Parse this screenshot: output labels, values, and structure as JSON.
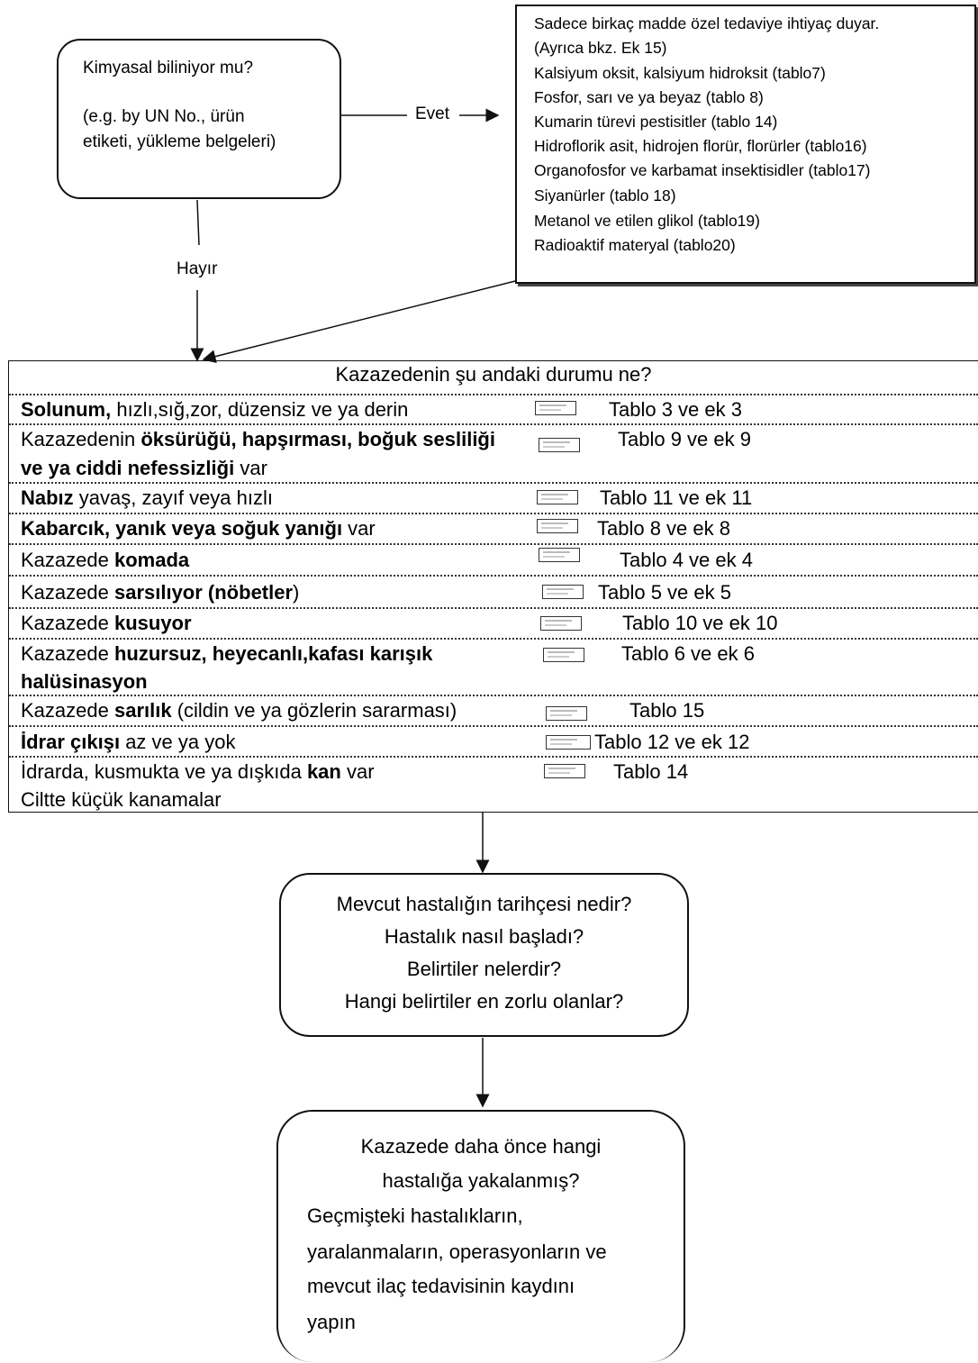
{
  "question_box": {
    "line1": "Kimyasal biliniyor mu?",
    "line2": "(e.g. by UN No., ürün",
    "line3": "etiketi, yükleme belgeleri)"
  },
  "yes_label": "Evet",
  "no_label": "Hayır",
  "special_treatment_box": {
    "lines": [
      "Sadece birkaç madde özel tedaviye ihtiyaç duyar.",
      "(Ayrıca bkz. Ek 15)",
      "Kalsiyum oksit, kalsiyum hidroksit (tablo7)",
      "Fosfor, sarı ve ya beyaz (tablo 8)",
      "Kumarin türevi pestisitler (tablo 14)",
      "Hidroflorik asit, hidrojen florür, florürler (tablo16)",
      "Organofosfor ve karbamat insektisidler (tablo17)",
      "Siyanürler (tablo 18)",
      "Metanol ve etilen glikol (tablo19)",
      "Radioaktif materyal (tablo20)"
    ]
  },
  "state_table": {
    "title": "Kazazedenin şu andaki durumu ne?",
    "rows": [
      {
        "b1": "Solunum,",
        "t1": " hızlı,sığ,zor, düzensiz ve ya derin",
        "ref": "Tablo 3 ve ek 3"
      },
      {
        "t1": "Kazazedenin ",
        "b1": "öksürüğü, hapşırması, boğuk sesliliği",
        "b2": "ve ya ciddi nefessizliği",
        "t2": " var",
        "ref": "Tablo 9 ve ek 9"
      },
      {
        "b1": "Nabız",
        "t1": " yavaş, zayıf veya hızlı",
        "ref": "Tablo 11 ve ek 11"
      },
      {
        "b1": "Kabarcık, yanık veya soğuk yanığı",
        "t1": "  var",
        "ref": "Tablo 8 ve ek 8"
      },
      {
        "t1": "Kazazede ",
        "b1": "komada",
        "ref": "Tablo 4 ve ek 4"
      },
      {
        "t1": "Kazazede ",
        "b1": "sarsılıyor (nöbetler",
        "t2": ")",
        "ref": "Tablo 5 ve ek 5"
      },
      {
        "t1": "Kazazede ",
        "b1": "kusuyor",
        "ref": "Tablo 10 ve ek 10"
      },
      {
        "t1": "Kazazede ",
        "b1": "huzursuz, heyecanlı,kafası karışık",
        "b2": "halüsinasyon",
        "ref": "Tablo 6 ve ek 6"
      },
      {
        "t1": "Kazazede ",
        "b1": "sarılık",
        "t2": " (cildin ve ya gözlerin sararması)",
        "ref": "Tablo 15"
      },
      {
        "b1": "İdrar çıkışı",
        "t1": " az ve ya yok",
        "ref": "Tablo 12 ve ek 12"
      },
      {
        "t1": "İdrarda, kusmukta ve ya dışkıda ",
        "b1": "kan",
        "t2": " var",
        "line2": "Ciltte küçük kanamalar",
        "ref": "Tablo 14"
      }
    ]
  },
  "history_box": {
    "lines": [
      "Mevcut hastalığın tarihçesi nedir?",
      "Hastalık nasıl başladı?",
      "Belirtiler nelerdir?",
      "Hangi belirtiler en zorlu olanlar?"
    ]
  },
  "past_box": {
    "center_lines": [
      "Kazazede daha önce hangi",
      "hastalığa yakalanmış?"
    ],
    "left_lines": [
      "Geçmişteki hastalıkların,",
      "yaralanmaların, operasyonların ve",
      "mevcut ilaç tedavisinin kaydını",
      "yapın"
    ]
  }
}
